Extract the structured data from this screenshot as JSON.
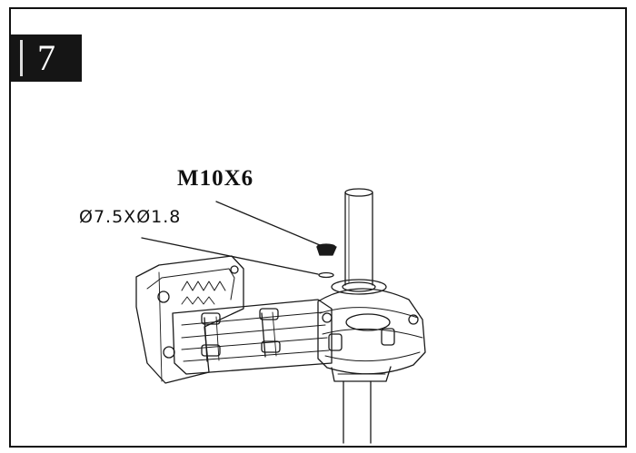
{
  "step": {
    "number": "7"
  },
  "callouts": {
    "screw": "M10X6",
    "washer": "Ø7.5XØ1.8"
  },
  "colors": {
    "line": "#1a1a1a",
    "badge_bg": "#151515",
    "badge_text": "#ffffff"
  }
}
